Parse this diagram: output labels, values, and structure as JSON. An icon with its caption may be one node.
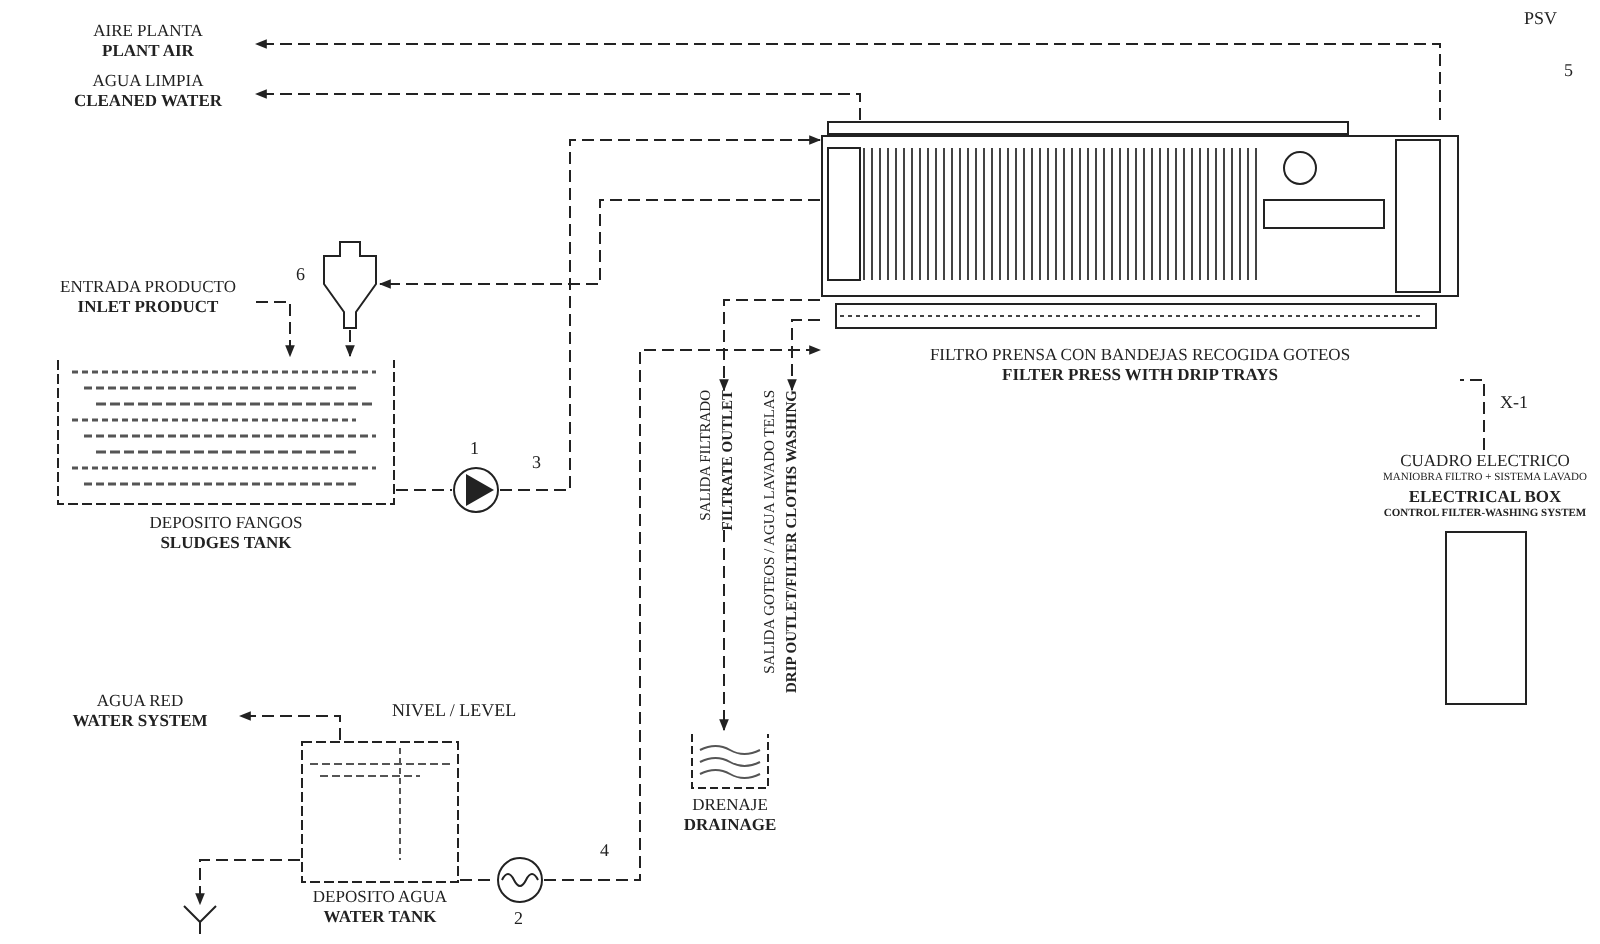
{
  "diagram": {
    "nodes": [
      {
        "text": [
          "AIRE PLANTA",
          "PLANT AIR"
        ]
      },
      {
        "text": [
          "AGUA LIMPIA",
          "CLEANED WATER"
        ]
      },
      {
        "text": [
          "ENTRADA PRODUCTO",
          "INLET PRODUCT"
        ]
      },
      {
        "text": [
          "DEPOSITO FANGOS",
          "SLUDGES TANK"
        ]
      },
      {
        "text": [],
        "shape": "picture",
        "beside": [
          "6"
        ]
      },
      {
        "text": [],
        "shape": "circle",
        "beside": [
          "1"
        ]
      },
      {
        "text": [
          "FILTRO PRENSA CON BANDEJAS RECOGIDA GOTEOS",
          "FILTER PRESS WITH DRIP TRAYS"
        ]
      },
      {
        "text": [
          "SALIDA FILTRADO",
          "FILTRATE OUTLET"
        ]
      },
      {
        "text": [
          "SALIDA GOTEOS / AGUA LAVADO TELAS",
          "DRIP OUTLET/FILTER CLOTHS WASHING"
        ]
      },
      {
        "text": [
          "DRENAJE",
          "DRAINAGE"
        ]
      },
      {
        "text": [
          "CUADRO ELECTRICO",
          "MANIOBRA FILTRO + SISTEMA LAVADO",
          "ELECTRICAL BOX",
          "CONTROL FILTER-WASHING SYSTEM"
        ]
      },
      {
        "text": [
          "AGUA RED",
          "WATER SYSTEM"
        ]
      },
      {
        "text": [
          "DEPOSITO AGUA",
          "WATER TANK"
        ]
      },
      {
        "text": [],
        "shape": "circle",
        "beside": [
          "2"
        ]
      },
      {
        "text": [],
        "shape": "picture"
      }
    ],
    "edges": [
      {
        "from": 6,
        "to": 0,
        "arrow": "to",
        "style": "dashed"
      },
      {
        "from": 6,
        "to": 1,
        "arrow": "to",
        "style": "dashed"
      },
      {
        "from": 2,
        "to": 3,
        "arrow": "to",
        "style": "dashed"
      },
      {
        "from": 4,
        "to": 3,
        "arrow": "to",
        "style": "dashed"
      },
      {
        "from": 3,
        "to": 5,
        "arrow": "none",
        "style": "dashed"
      },
      {
        "from": 5,
        "to": 6,
        "arrow": "to",
        "style": "dashed"
      },
      {
        "from": 6,
        "to": 4,
        "arrow": "to",
        "style": "dashed"
      },
      {
        "from": 6,
        "to": 7,
        "arrow": "to",
        "style": "dashed"
      },
      {
        "from": 7,
        "to": 9,
        "arrow": "to",
        "style": "dashed"
      },
      {
        "from": 6,
        "to": 8,
        "arrow": "to",
        "style": "dashed"
      },
      {
        "from": 12,
        "to": 11,
        "arrow": "to",
        "style": "dashed"
      },
      {
        "from": 12,
        "to": 13,
        "arrow": "none",
        "style": "dashed"
      },
      {
        "from": 13,
        "to": 6,
        "arrow": "to",
        "style": "dashed"
      },
      {
        "from": 12,
        "to": 14,
        "arrow": "to",
        "style": "dashed"
      },
      {
        "from": 10,
        "to": 6,
        "arrow": "none",
        "style": "dashed"
      }
    ],
    "labels": [
      "PSV",
      "5",
      "3",
      "X-1",
      "NIVEL / LEVEL",
      "4"
    ]
  }
}
